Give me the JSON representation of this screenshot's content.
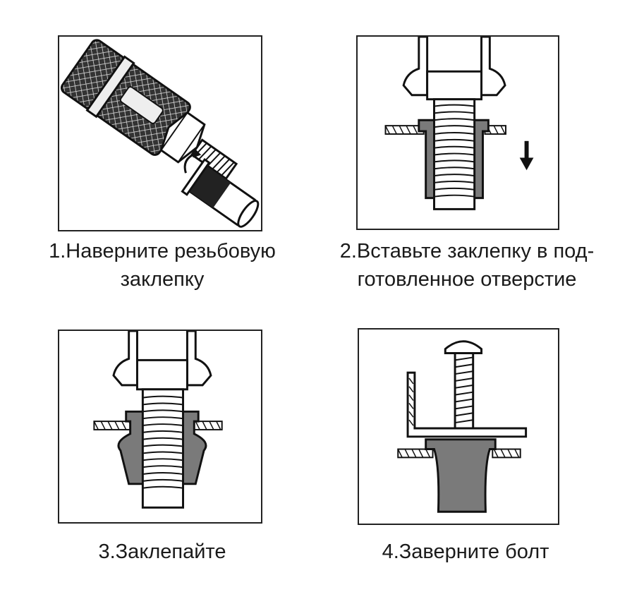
{
  "steps": [
    {
      "caption_line1": "1.Наверните резьбовую",
      "caption_line2": "заклепку"
    },
    {
      "caption_line1": "2.Вставьте заклепку в под-",
      "caption_line2": "готовленное отверстие"
    },
    {
      "caption_line1": "3.Заклепайте",
      "caption_line2": ""
    },
    {
      "caption_line1": "4.Заверните болт",
      "caption_line2": ""
    }
  ],
  "icons": [
    "thread-on-icon",
    "insert-rivet-icon",
    "down-arrow-icon",
    "rivet-crimp-icon",
    "bolt-icon"
  ],
  "colors": {
    "outline": "#222222",
    "rivet_gray": "#7a7a7a",
    "background": "#ffffff"
  }
}
